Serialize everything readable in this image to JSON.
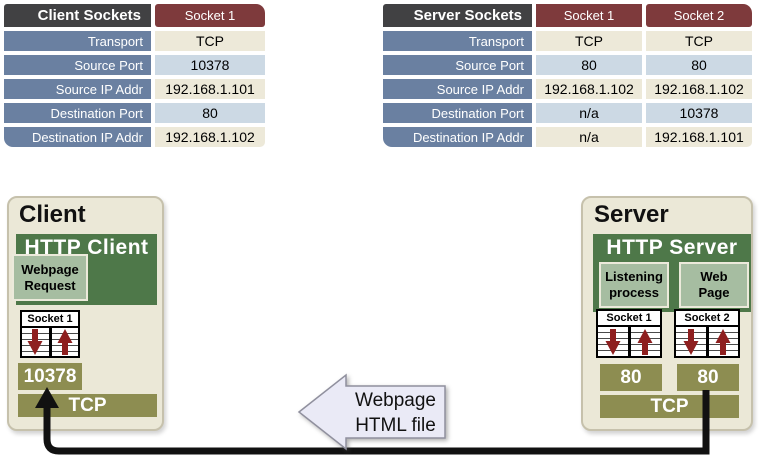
{
  "tables": {
    "client": {
      "title": "Client Sockets",
      "columns": [
        "Socket 1"
      ],
      "rows": [
        {
          "label": "Transport",
          "values": [
            "TCP"
          ]
        },
        {
          "label": "Source Port",
          "values": [
            "10378"
          ]
        },
        {
          "label": "Source IP Addr",
          "values": [
            "192.168.1.101"
          ]
        },
        {
          "label": "Destination Port",
          "values": [
            "80"
          ]
        },
        {
          "label": "Destination IP Addr",
          "values": [
            "192.168.1.102"
          ]
        }
      ]
    },
    "server": {
      "title": "Server Sockets",
      "columns": [
        "Socket 1",
        "Socket 2"
      ],
      "rows": [
        {
          "label": "Transport",
          "values": [
            "TCP",
            "TCP"
          ]
        },
        {
          "label": "Source Port",
          "values": [
            "80",
            "80"
          ]
        },
        {
          "label": "Source IP Addr",
          "values": [
            "192.168.1.102",
            "192.168.1.102"
          ]
        },
        {
          "label": "Destination Port",
          "values": [
            "n/a",
            "10378"
          ]
        },
        {
          "label": "Destination IP Addr",
          "values": [
            "n/a",
            "192.168.1.101"
          ]
        }
      ]
    }
  },
  "client_node": {
    "title": "Client",
    "app_label": "HTTP Client",
    "process_line1": "Webpage",
    "process_line2": "Request",
    "socket_label": "Socket 1",
    "port": "10378",
    "transport": "TCP"
  },
  "server_node": {
    "title": "Server",
    "app_label": "HTTP Server",
    "process1_line1": "Listening",
    "process1_line2": "process",
    "process2_line1": "Web",
    "process2_line2": "Page",
    "socket1_label": "Socket 1",
    "socket2_label": "Socket 2",
    "port1": "80",
    "port2": "80",
    "transport": "TCP"
  },
  "flow_arrow": {
    "line1": "Webpage",
    "line2": "HTML file"
  },
  "colors": {
    "table_header_bg": "#414143",
    "socket_header_bg": "#7e3a3c",
    "row_label_bg": "#6a80a1",
    "value_cream_bg": "#ede9d9",
    "value_blue_bg": "#ccd9e4",
    "node_bg": "#ebe8d7",
    "app_green": "#4e7849",
    "process_sage": "#a6bda1",
    "port_olive": "#8d8d51",
    "red_arrow": "#8e1f1f",
    "connector_black": "#111111",
    "flow_arrow_fill": "#eaeaf6"
  }
}
